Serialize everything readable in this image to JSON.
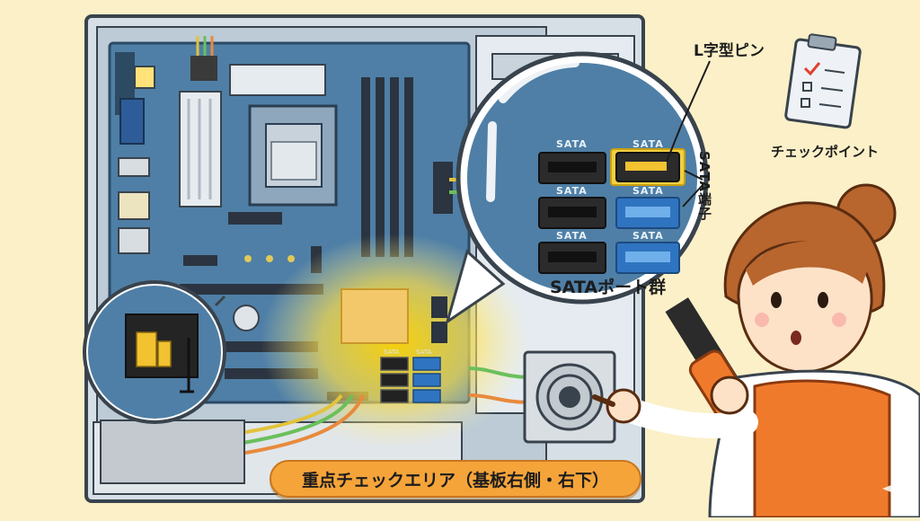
{
  "labels": {
    "l_pin": "L字型ピン",
    "checkpoint": "チェックポイント",
    "sata_terminal": "SATA端子",
    "sata_group": "SATAポート群",
    "port": "SATA"
  },
  "banner": "重点チェックエリア（基板右側・右下）",
  "colors": {
    "background": "#fbf0c8",
    "board": "#4f7fa6",
    "port_black": "#2b2b2b",
    "port_blue": "#2f74c0",
    "highlight": "#ffd84a",
    "banner": "#f5a43a"
  },
  "icons": {
    "clipboard": "checklist-clipboard-icon",
    "sparkle": "sparkle-icon"
  }
}
